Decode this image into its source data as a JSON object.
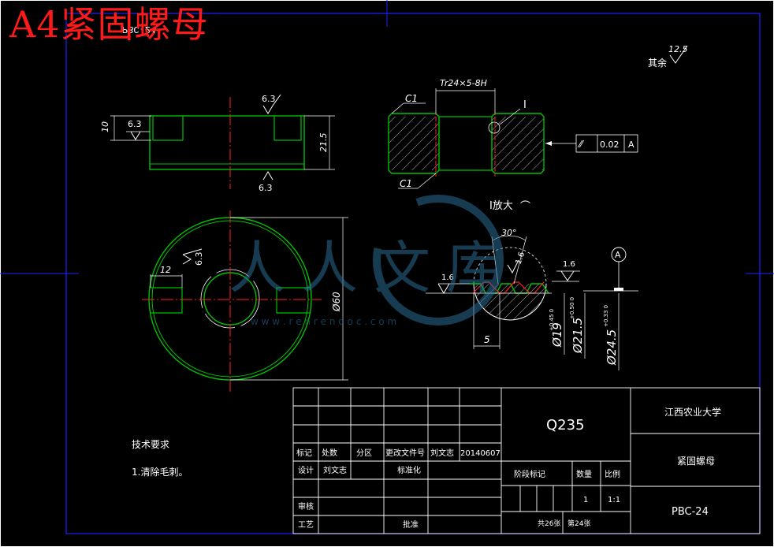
{
  "overlay": {
    "title": "A4紧固螺母",
    "mirrored_code": "PBC-24"
  },
  "watermark": {
    "brand": "人人文库",
    "url": "w w w . r e n r e n d o c . c o m"
  },
  "roughness": {
    "other": "其余",
    "other_value": "12.5",
    "front_top": "6.3",
    "front_left": "6.3",
    "front_bottom": "6.3",
    "top_view": "6.3",
    "detail_left": "1.6",
    "detail_right": "1.6",
    "detail_flank": "1.6"
  },
  "dimensions": {
    "front_height": "10",
    "front_thickness": "21.5",
    "thread": "Tr24×5-8H",
    "chamfer_top": "C1",
    "chamfer_bottom": "C1",
    "section_marker": "I",
    "tolerance_symbol": "⁄⁄",
    "tolerance_value": "0.02",
    "datum": "A",
    "slot_width": "12",
    "outer_diameter": "Ø60",
    "detail_title": "I放大",
    "detail_title_suffix": "⌒",
    "thread_angle": "30°",
    "pitch": "5",
    "d1": "Ø19",
    "d1_tol": "+0.45 0",
    "d2": "Ø21.5",
    "d2_tol": "+0.50 0",
    "d3": "Ø24.5",
    "d3_tol": "+0.33 0",
    "datum_marker": "A"
  },
  "notes": {
    "heading": "技术要求",
    "item1": "1.清除毛刺。"
  },
  "title_block": {
    "material": "Q235",
    "school": "江西农业大学",
    "part_name": "紧固螺母",
    "drawing_no": "PBC-24",
    "row_mark": [
      "标记",
      "处数",
      "分区",
      "更改文件号",
      "刘文志",
      "20140607"
    ],
    "design_label": "设计",
    "designer": "刘文志",
    "standard_label": "标准化",
    "review_label": "审核",
    "process_label": "工艺",
    "approve_label": "批准",
    "stage_label": "阶段标记",
    "qty_label": "数量",
    "scale_label": "比例",
    "qty": "1",
    "scale": "1:1",
    "sheet_total": "共26张",
    "sheet_no": "第24张"
  },
  "colors": {
    "background": "#000000",
    "outline": "#00c000",
    "centerline": "#ff2020",
    "frame": "#2020ff",
    "text": "#ffffff",
    "title_overlay": "#ff1a1a",
    "watermark": "#2a6d95"
  }
}
